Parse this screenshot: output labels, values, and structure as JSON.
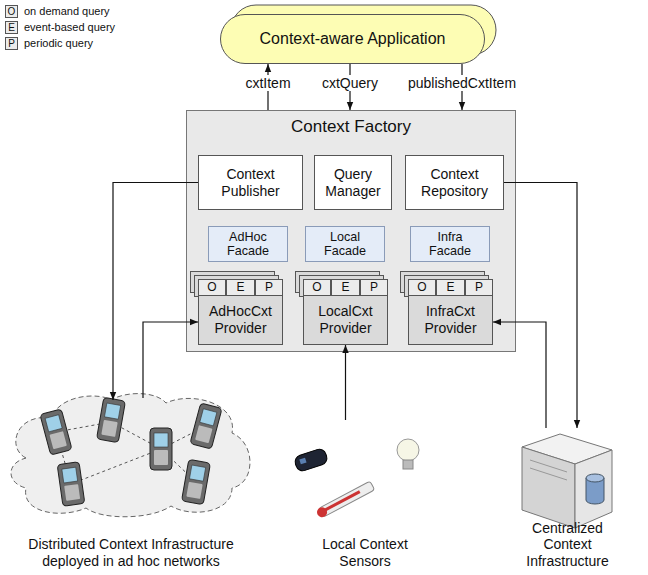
{
  "diagram": {
    "nodes": [
      {
        "text": [
          "Context-aware Application"
        ]
      },
      {
        "text": [
          "Context Factory"
        ]
      },
      {
        "text": [
          "Context Publisher"
        ],
        "in": 1
      },
      {
        "text": [
          "Query Manager"
        ],
        "in": 1
      },
      {
        "text": [
          "Context Repository"
        ],
        "in": 1
      },
      {
        "text": [
          "AdHoc Facade"
        ],
        "in": 1
      },
      {
        "text": [
          "Local Facade"
        ],
        "in": 1
      },
      {
        "text": [
          "Infra Facade"
        ],
        "in": 1
      },
      {
        "text": [
          "AdHocCxt Provider"
        ],
        "in": 1
      },
      {
        "text": [
          "O"
        ],
        "in": 8
      },
      {
        "text": [
          "E"
        ],
        "in": 8
      },
      {
        "text": [
          "P"
        ],
        "in": 8
      },
      {
        "text": [
          "LocalCxt Provider"
        ],
        "in": 1
      },
      {
        "text": [
          "O"
        ],
        "in": 12
      },
      {
        "text": [
          "E"
        ],
        "in": 12
      },
      {
        "text": [
          "P"
        ],
        "in": 12
      },
      {
        "text": [
          "InfraCxt Provider"
        ],
        "in": 1
      },
      {
        "text": [
          "O"
        ],
        "in": 16
      },
      {
        "text": [
          "E"
        ],
        "in": 16
      },
      {
        "text": [
          "P"
        ],
        "in": 16
      },
      {
        "text": [
          "Distributed Context Infrastructure deployed in ad hoc networks"
        ]
      },
      {
        "text": [
          "Local Context Sensors"
        ]
      },
      {
        "text": [
          "Centralized Context Infrastructure"
        ]
      }
    ],
    "edges": [
      {
        "from": 1,
        "to": 0,
        "label": "cxtItem",
        "arrow": "to"
      },
      {
        "from": 0,
        "to": 1,
        "label": "cxtQuery",
        "arrow": "to"
      },
      {
        "from": 0,
        "to": 1,
        "label": "publishedCxtItem",
        "arrow": "to"
      },
      {
        "from": 2,
        "to": 20,
        "arrow": "to"
      },
      {
        "from": 20,
        "to": 8,
        "arrow": "to"
      },
      {
        "from": 21,
        "to": 12,
        "arrow": "to"
      },
      {
        "from": 22,
        "to": 16,
        "arrow": "to"
      },
      {
        "from": 4,
        "to": 22,
        "arrow": "to"
      }
    ],
    "labels": [
      "O",
      "E",
      "P"
    ],
    "legend": [
      {
        "text": "on demand query"
      },
      {
        "text": "event-based query"
      },
      {
        "text": "periodic query"
      }
    ]
  }
}
